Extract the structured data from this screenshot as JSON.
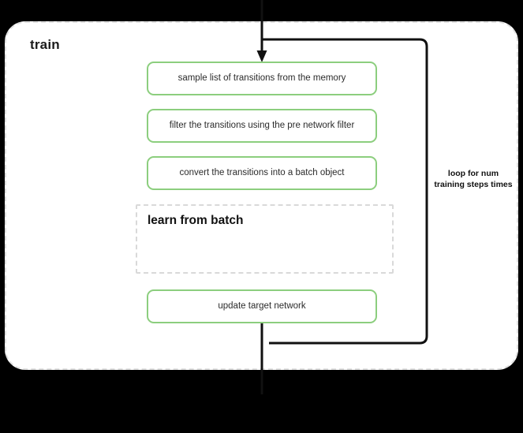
{
  "diagram": {
    "title": "train",
    "background_color": "#000000",
    "container_background": "#ffffff",
    "accent_color": "#8cce7e",
    "dashed_border_color": "#e0e0e0",
    "connector_color": "#111111"
  },
  "steps": [
    {
      "id": "sample",
      "label": "sample list of transitions from the memory"
    },
    {
      "id": "filter",
      "label": "filter the transitions using the pre network filter"
    },
    {
      "id": "convert",
      "label": "convert the transitions into a batch object"
    },
    {
      "id": "update",
      "label": "update target network"
    }
  ],
  "subscope": {
    "label": "learn from batch"
  },
  "loop": {
    "label": "loop for num training steps times"
  },
  "connectors": {
    "entry_arrow": "arrow-down-into-sample-box",
    "loop_back": "loop-edge-right-side",
    "exit_line": "line-down-out-of-container"
  }
}
